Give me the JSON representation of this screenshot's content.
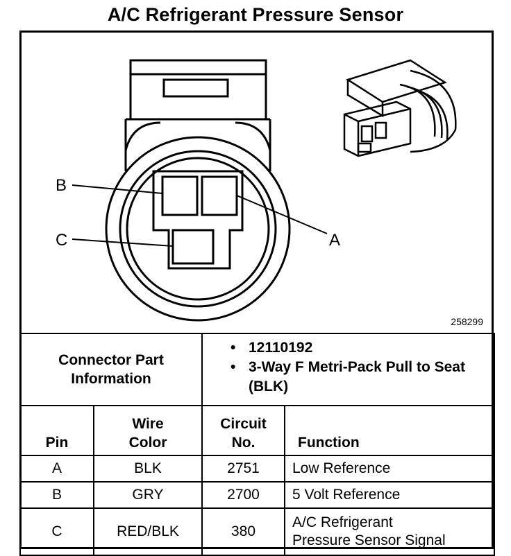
{
  "title": "A/C Refrigerant Pressure Sensor",
  "figure": {
    "id": "258299",
    "callouts": {
      "a": "A",
      "b": "B",
      "c": "C"
    }
  },
  "connector": {
    "label_line1": "Connector Part",
    "label_line2": "Information",
    "items": [
      "12110192",
      "3-Way F Metri-Pack Pull to Seat (BLK)"
    ]
  },
  "columns": {
    "pin": "Pin",
    "wire_line1": "Wire",
    "wire_line2": "Color",
    "circuit_line1": "Circuit",
    "circuit_line2": "No.",
    "function": "Function"
  },
  "rows": [
    {
      "pin": "A",
      "wire": "BLK",
      "circuit": "2751",
      "function": "Low Reference"
    },
    {
      "pin": "B",
      "wire": "GRY",
      "circuit": "2700",
      "function": "5 Volt Reference"
    },
    {
      "pin": "C",
      "wire": "RED/BLK",
      "circuit": "380",
      "function_line1": "A/C Refrigerant",
      "function_line2": "Pressure Sensor Signal"
    }
  ]
}
